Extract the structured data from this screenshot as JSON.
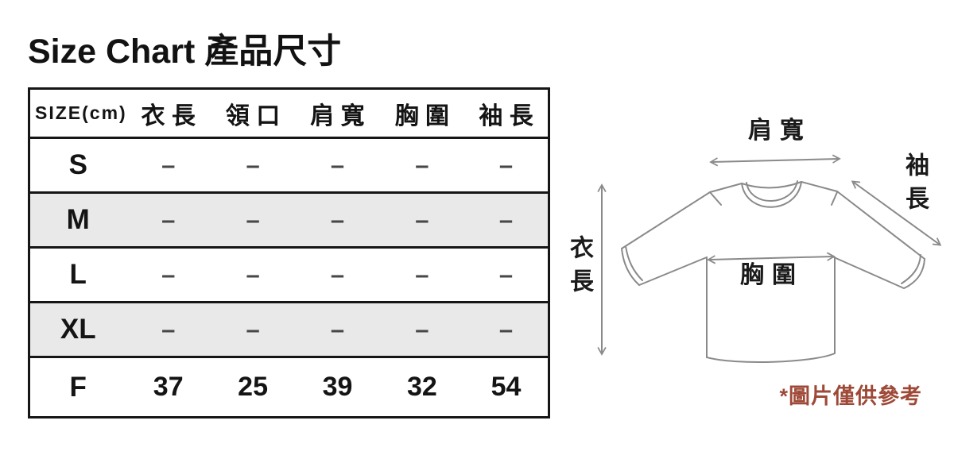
{
  "page": {
    "title": "Size Chart 產品尺寸",
    "reference_note": "*圖片僅供參考"
  },
  "size_table": {
    "header": {
      "size_label": "SIZE(cm)",
      "columns": [
        "衣 長",
        "領 口",
        "肩 寬",
        "胸 圍",
        "袖 長"
      ]
    },
    "rows": [
      {
        "size": "S",
        "values": [
          "–",
          "–",
          "–",
          "–",
          "–"
        ]
      },
      {
        "size": "M",
        "values": [
          "–",
          "–",
          "–",
          "–",
          "–"
        ]
      },
      {
        "size": "L",
        "values": [
          "–",
          "–",
          "–",
          "–",
          "–"
        ]
      },
      {
        "size": "XL",
        "values": [
          "–",
          "–",
          "–",
          "–",
          "–"
        ]
      },
      {
        "size": "F",
        "values": [
          "37",
          "25",
          "39",
          "32",
          "54"
        ]
      }
    ]
  },
  "diagram": {
    "labels": {
      "shoulder_width": "肩寬",
      "sleeve_length": "袖長",
      "garment_length": "衣長",
      "chest_width": "胸圍"
    }
  },
  "colors": {
    "text": "#141414",
    "table_border": "#161616",
    "zebra_row": "#e9e9e9",
    "dash": "#474747",
    "line_art": "#8a8a8a",
    "note_red": "#9e4937"
  },
  "chart_data": {
    "type": "table",
    "title": "Size Chart 產品尺寸",
    "columns": [
      "SIZE(cm)",
      "衣長",
      "領口",
      "肩寬",
      "胸圍",
      "袖長"
    ],
    "rows": [
      [
        "S",
        "–",
        "–",
        "–",
        "–",
        "–"
      ],
      [
        "M",
        "–",
        "–",
        "–",
        "–",
        "–"
      ],
      [
        "L",
        "–",
        "–",
        "–",
        "–",
        "–"
      ],
      [
        "XL",
        "–",
        "–",
        "–",
        "–",
        "–"
      ],
      [
        "F",
        "37",
        "25",
        "39",
        "32",
        "54"
      ]
    ]
  }
}
